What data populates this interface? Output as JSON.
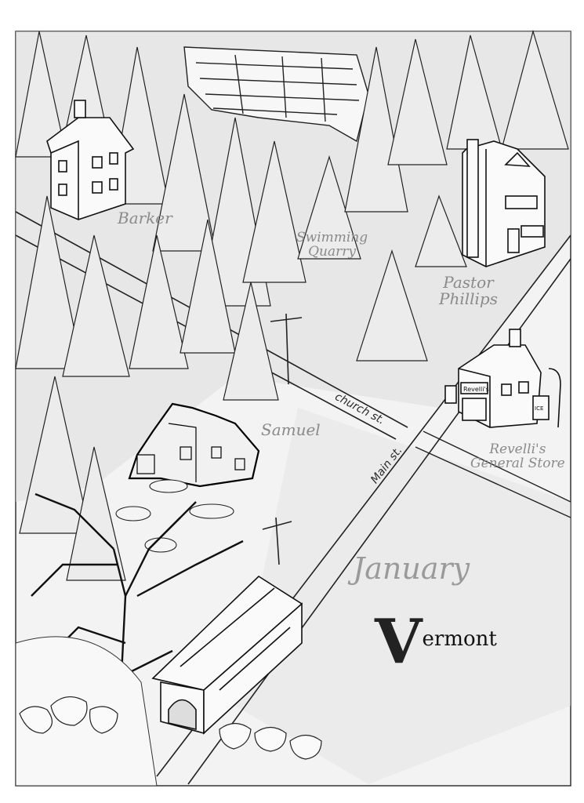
{
  "map": {
    "labels": {
      "barker": "Barker",
      "quarry_line1": "Swimming",
      "quarry_line2": "Quarry",
      "pastor_line1": "Pastor",
      "pastor_line2": "Phillips",
      "samuel": "Samuel",
      "store_line1": "Revelli's",
      "store_line2": "General Store",
      "store_sign": "Revelli's",
      "ice_sign": "ICE",
      "church_street": "church st.",
      "main_street": "Main st.",
      "town": "January",
      "state_initial": "V",
      "state_rest": "ermont"
    },
    "colors": {
      "paper": "#ffffff",
      "ink": "#1a1a1a",
      "pencil_shade": "#c9c9c9",
      "label_gray": "#8a8a8a"
    }
  }
}
